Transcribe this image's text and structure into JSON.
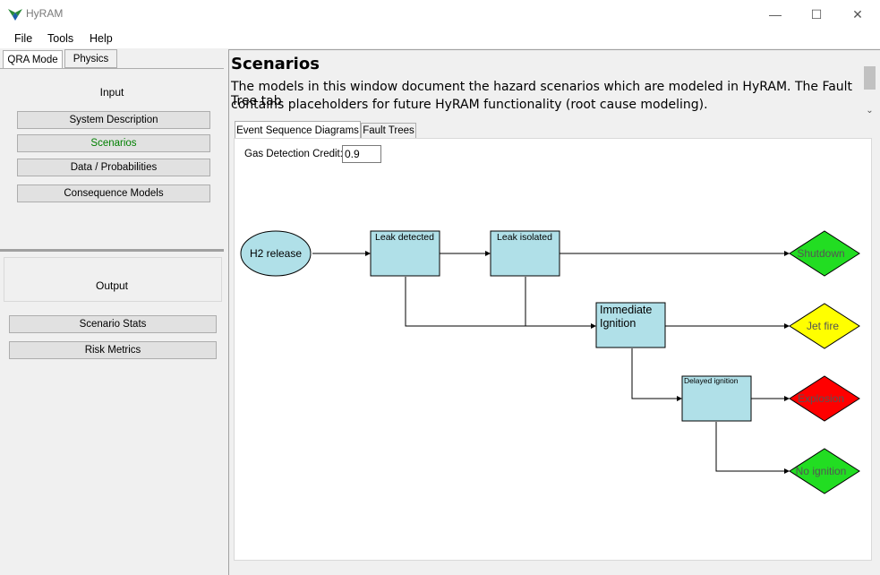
{
  "window": {
    "title": "HyRAM",
    "minimize": "—",
    "maximize": "☐",
    "close": "✕"
  },
  "menu": [
    "File",
    "Tools",
    "Help"
  ],
  "mode_tabs": [
    {
      "label": "QRA Mode",
      "active": true
    },
    {
      "label": "Physics",
      "active": false
    }
  ],
  "input": {
    "heading": "Input",
    "buttons": [
      "System Description",
      "Scenarios",
      "Data / Probabilities",
      "Consequence Models"
    ],
    "selected": "Scenarios"
  },
  "output": {
    "heading": "Output",
    "buttons": [
      "Scenario Stats",
      "Risk Metrics"
    ]
  },
  "main": {
    "title": "Scenarios",
    "description_line1": "The models in this window document the hazard scenarios which are modeled in HyRAM. The Fault Tree tab",
    "description_line2": "contains placeholders for future HyRAM functionality (root cause modeling).",
    "tabs": [
      {
        "label": "Event Sequence Diagrams",
        "active": true
      },
      {
        "label": "Fault Trees",
        "active": false
      }
    ],
    "gas_detection_label": "Gas Detection Credit:",
    "gas_detection_value": "0.9"
  },
  "diagram": {
    "start": "H2 release",
    "boxes": {
      "leak_detected": "Leak detected",
      "leak_isolated": "Leak isolated",
      "immediate_ignition_1": "Immediate",
      "immediate_ignition_2": "Ignition",
      "delayed_ignition": "Delayed ignition"
    },
    "outcomes": {
      "shutdown": "Shutdown",
      "jet_fire": "Jet fire",
      "explosion": "Explosion",
      "no_ignition": "No ignition"
    },
    "colors": {
      "box": "#b0e0e8",
      "start": "#b0e0e8",
      "shutdown": "#22dd22",
      "jet_fire": "#ffff00",
      "explosion": "#ff0000",
      "no_ignition": "#22dd22",
      "selected_text": "#008000"
    }
  }
}
